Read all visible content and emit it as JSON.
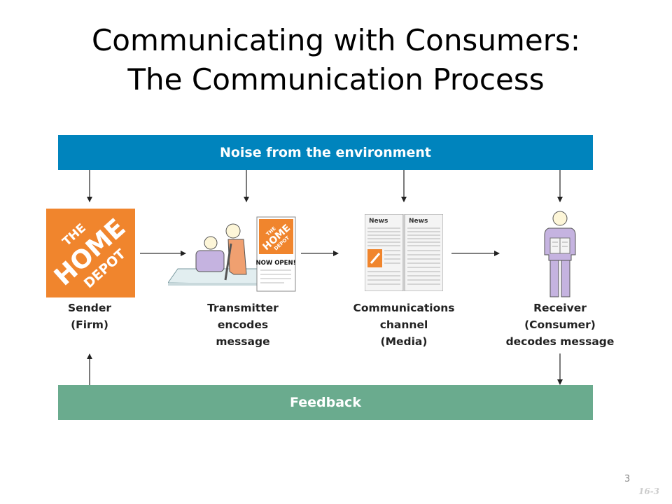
{
  "title": {
    "line1": "Communicating with Consumers:",
    "line2": "The Communication Process"
  },
  "noise_band": {
    "label": "Noise from the environment",
    "color": "#0084bd"
  },
  "feedback_band": {
    "label": "Feedback",
    "color": "#6aab8e"
  },
  "nodes": [
    {
      "lines": [
        "Sender",
        "(Firm)"
      ],
      "icon": "home-depot-logo-icon"
    },
    {
      "lines": [
        "Transmitter",
        "encodes",
        "message"
      ],
      "icon": "ad-agency-icon"
    },
    {
      "lines": [
        "Communications",
        "channel",
        "(Media)"
      ],
      "icon": "newspaper-icon"
    },
    {
      "lines": [
        "Receiver",
        "(Consumer)",
        "decodes message"
      ],
      "icon": "reader-person-icon"
    }
  ],
  "logo": {
    "line1": "THE",
    "line2": "HOME",
    "line3": "DEPOT",
    "color": "#f0852d"
  },
  "flyer": {
    "text": "NOW OPEN!"
  },
  "newspaper": {
    "left_header": "News",
    "right_header": "News"
  },
  "footer": {
    "page_number": "3",
    "slide_code": "16-3"
  }
}
